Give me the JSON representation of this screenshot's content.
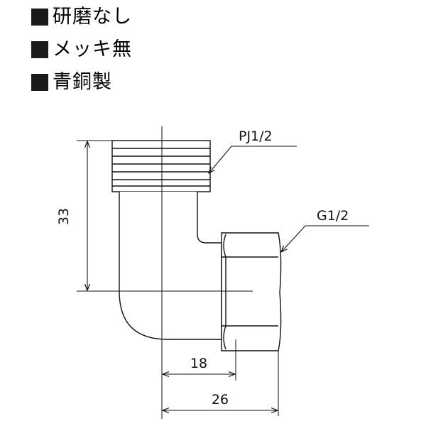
{
  "specs": [
    {
      "label": "研磨なし",
      "bullet": "■"
    },
    {
      "label": "メッキ無",
      "bullet": "■"
    },
    {
      "label": "青銅製",
      "bullet": "■"
    }
  ],
  "drawing": {
    "thread_top_label": "PJ1/2",
    "thread_side_label": "G1/2",
    "dim_height": "33",
    "dim_inner_width": "18",
    "dim_total_width": "26"
  },
  "colors": {
    "line": "#111111",
    "bullet": "#1a1a1a",
    "background": "#ffffff"
  }
}
